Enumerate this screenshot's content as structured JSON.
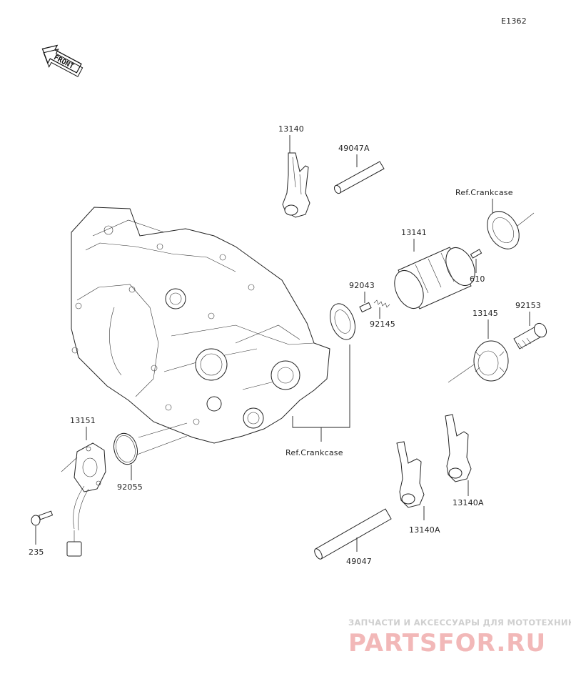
{
  "diagram": {
    "code": "E1362",
    "front_label": "FRONT",
    "callouts": {
      "p13140": "13140",
      "p49047A": "49047A",
      "ref_crankcase_top": "Ref.Crankcase",
      "p13141": "13141",
      "p610": "610",
      "p92043": "92043",
      "p92145": "92145",
      "p13145": "13145",
      "p92153": "92153",
      "p13151": "13151",
      "p92055": "92055",
      "p235": "235",
      "ref_crankcase_bottom": "Ref.Crankcase",
      "p13140A_right": "13140A",
      "p13140A_left": "13140A",
      "p49047": "49047"
    }
  },
  "watermark": {
    "subtitle": "ЗАПЧАСТИ И АКСЕССУАРЫ ДЛЯ МОТОТЕХНИКИ",
    "brand": "PARTSFOR.RU"
  }
}
